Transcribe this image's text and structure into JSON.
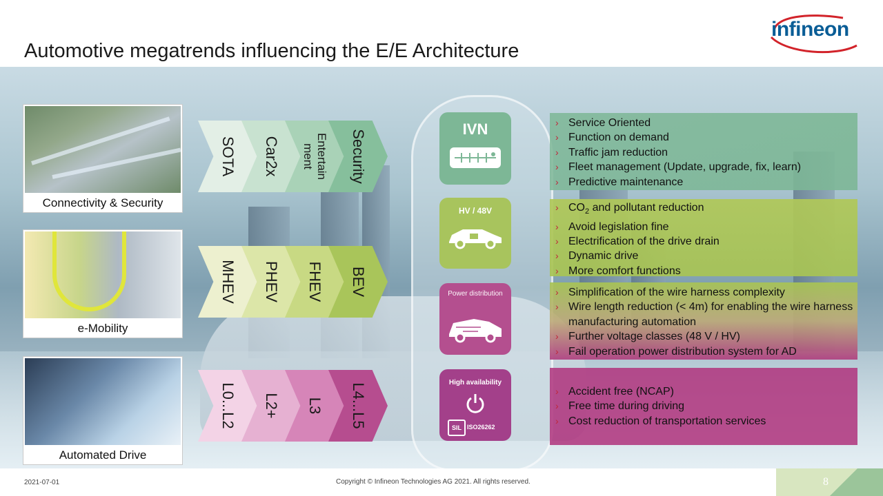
{
  "title": "Automotive megatrends influencing the E/E Architecture",
  "logo": "infineon",
  "cards": [
    {
      "label": "Connectivity & Security"
    },
    {
      "label": "e-Mobility"
    },
    {
      "label": "Automated Drive"
    }
  ],
  "chevrons": {
    "connectivity": [
      "SOTA",
      "Car2x",
      "Entertain ment",
      "Security"
    ],
    "emobility": [
      "MHEV",
      "PHEV",
      "FHEV",
      "BEV"
    ],
    "automated": [
      "L0...L2",
      "L2+",
      "L3",
      "L4...L5"
    ]
  },
  "tiles": {
    "ivn": "IVN",
    "hv": "HV / 48V",
    "power": "Power distribution",
    "ha": "High availability",
    "sil": "SIL",
    "iso": "ISO26262"
  },
  "boxes": {
    "b1": [
      "Service Oriented",
      "Function on demand",
      "Traffic jam reduction",
      "Fleet management (Update, upgrade, fix, learn)",
      "Predictive maintenance"
    ],
    "b2_co2_a": "CO",
    "b2_co2_sub": "2",
    "b2_co2_b": " and pollutant reduction",
    "b2": [
      "Avoid legislation fine",
      "Electrification of the drive drain",
      "Dynamic drive",
      "More comfort functions"
    ],
    "b3": [
      "Simplification of the wire harness complexity",
      "Wire length reduction (< 4m) for enabling the wire harness manufacturing automation",
      "Further voltage classes (48 V / HV)",
      "Fail operation power distribution system for AD"
    ],
    "b4": [
      "Accident free (NCAP)",
      "Free time during driving",
      "Cost reduction of transportation services"
    ]
  },
  "bullet": "›",
  "footer": {
    "date": "2021-07-01",
    "copyright": "Copyright © Infineon Technologies AG 2021. All rights reserved.",
    "page": "8"
  },
  "colors": {
    "green": "#7fb89a",
    "lime": "#b3c65a",
    "magenta": "#b03a7a",
    "purple": "#a3408a"
  }
}
